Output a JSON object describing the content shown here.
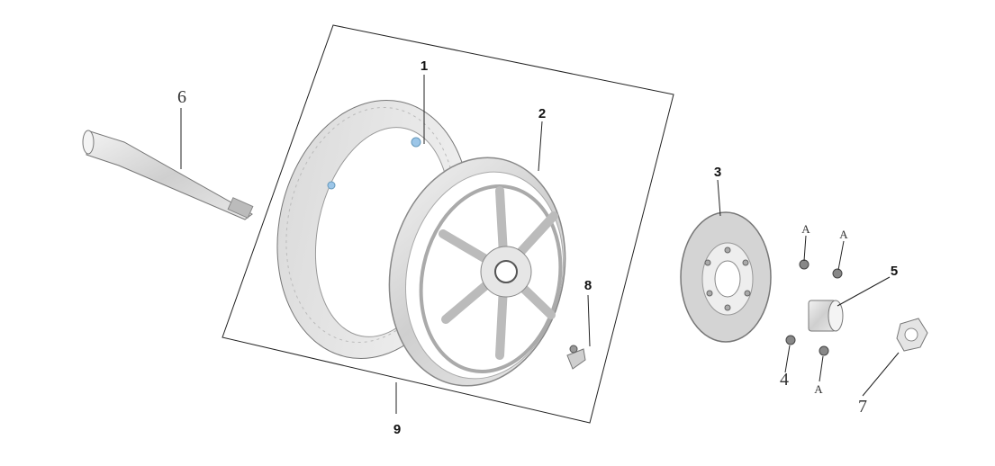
{
  "callouts": {
    "tire": "1",
    "rim": "2",
    "brake_disc": "3",
    "bolt_lower_left": "4",
    "spacer": "5",
    "axle": "6",
    "axle_nut": "7",
    "valve": "8",
    "wheel_assembly": "9",
    "bolt_upper_left": "A",
    "bolt_upper_right": "A",
    "bolt_lower_right": "A"
  }
}
